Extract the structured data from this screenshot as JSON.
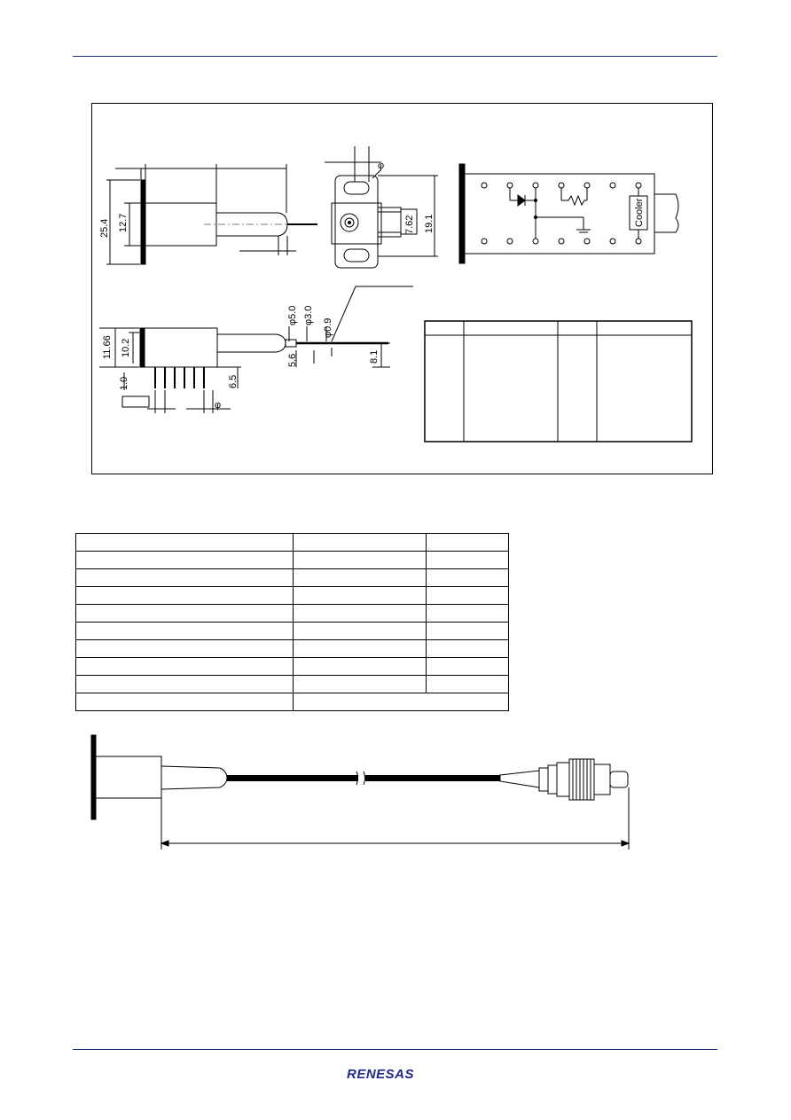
{
  "drawing": {
    "dims_front": [
      "25.4",
      "12.7"
    ],
    "dims_side": [
      "11.66",
      "10.2",
      "1.0",
      "5.6",
      "6.5",
      "8.1"
    ],
    "diameters": [
      "φ5.0",
      "φ3.0",
      "φ0.9"
    ],
    "phi": "φ",
    "dim_762": "7.62",
    "dim_191": "19.1",
    "cooler_label": "Cooler"
  },
  "pin_table": {
    "rows": 2,
    "cols": 4
  },
  "spec_table": {
    "rows": 10
  },
  "logo": {
    "text": "RENESAS",
    "color": "#1f2a8a"
  }
}
